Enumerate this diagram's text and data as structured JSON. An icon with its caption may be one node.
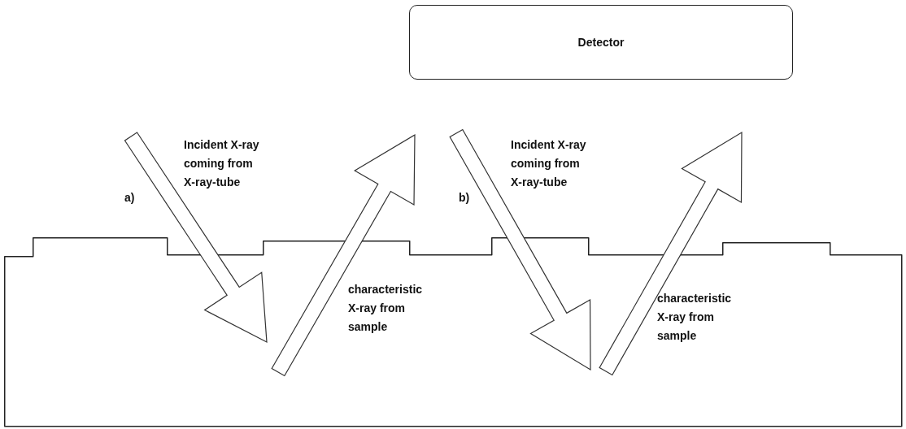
{
  "diagram": {
    "nodes": [
      {
        "text": [
          "Detector"
        ]
      },
      {
        "text": [],
        "shape": "box"
      }
    ],
    "labels": [
      "Incident X-ray coming from X-ray-tube",
      "Incident X-ray coming from X-ray-tube",
      "a)",
      "b)",
      "characteristic X-ray from sample",
      "characteristic X-ray from sample"
    ]
  }
}
